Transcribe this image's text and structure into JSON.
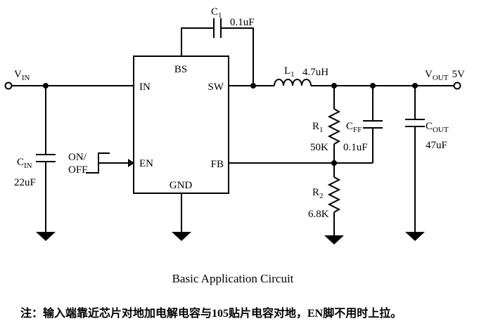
{
  "title": "Basic Application Circuit",
  "note": "注：输入端靠近芯片对地加电解电容与105贴片电容对地，EN脚不用时上拉。",
  "ic": {
    "pin_bs": "BS",
    "pin_in": "IN",
    "pin_sw": "SW",
    "pin_en": "EN",
    "pin_fb": "FB",
    "pin_gnd": "GND"
  },
  "terminals": {
    "vin": {
      "ref": "V",
      "sub": "IN"
    },
    "vout": {
      "ref": "V",
      "sub": "OUT",
      "value": "5V"
    }
  },
  "components": {
    "c1": {
      "ref": "C",
      "sub": "1",
      "value": "0.1uF"
    },
    "cin": {
      "ref": "C",
      "sub": "IN",
      "value": "22uF"
    },
    "l1": {
      "ref": "L",
      "sub": "1",
      "value": "4.7uH"
    },
    "r1": {
      "ref": "R",
      "sub": "1",
      "value": "50K"
    },
    "cff": {
      "ref": "C",
      "sub": "FF",
      "value": "0.1uF"
    },
    "cout": {
      "ref": "C",
      "sub": "OUT",
      "value": "47uF"
    },
    "r2": {
      "ref": "R",
      "sub": "2",
      "value": "6.8K"
    }
  },
  "signals": {
    "enable_line1": "ON/",
    "enable_line2": "OFF"
  },
  "colors": {
    "line": "#000000",
    "background": "#ffffff"
  }
}
